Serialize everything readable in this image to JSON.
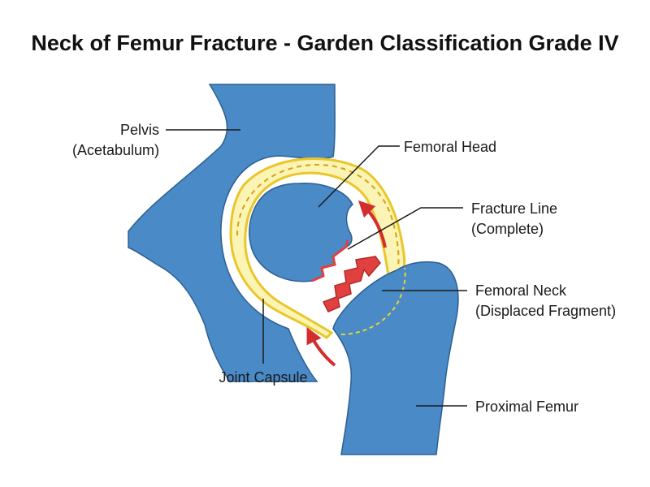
{
  "title": "Neck of Femur Fracture - Garden Classification Grade IV",
  "labels": {
    "pelvis": {
      "line1": "Pelvis",
      "line2": "(Acetabulum)"
    },
    "femoral_head": {
      "line1": "Femoral Head"
    },
    "fracture_line": {
      "line1": "Fracture Line",
      "line2": "(Complete)"
    },
    "femoral_neck": {
      "line1": "Femoral Neck",
      "line2": "(Displaced Fragment)"
    },
    "joint_capsule": {
      "line1": "Joint Capsule"
    },
    "proximal_femur": {
      "line1": "Proximal Femur"
    }
  },
  "colors": {
    "bone": "#4a8ac7",
    "bone_outline": "#2c5f93",
    "capsule_fill": "#fbf4b5",
    "capsule_edge": "#e9c72a",
    "capsule_dash": "#d2a310",
    "fracture": "#e0413f",
    "arrow": "#d42d2d",
    "neck_outline": "#e9d23a"
  }
}
